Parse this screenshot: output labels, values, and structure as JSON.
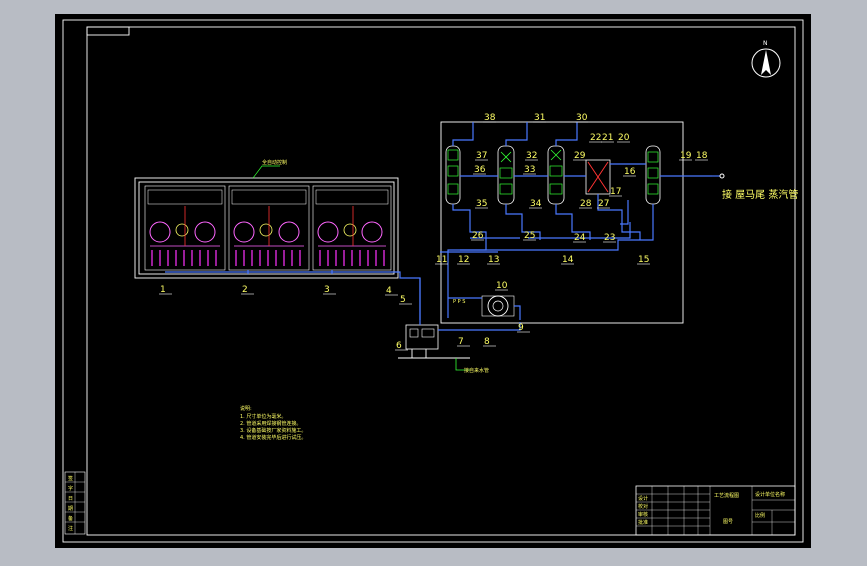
{
  "drawing": {
    "compass_letter": "N",
    "destination_label": "接 屋马尾 蒸汽管",
    "block_labels": {
      "top_notes": "全自动控制",
      "pump_note": "P P S",
      "supply_note": "接自来水管"
    },
    "callouts": [
      "1",
      "2",
      "3",
      "4",
      "5",
      "6",
      "7",
      "8",
      "9",
      "10",
      "11",
      "12",
      "13",
      "14",
      "15",
      "16",
      "17",
      "18",
      "19",
      "20",
      "21",
      "22",
      "23",
      "24",
      "25",
      "26",
      "27",
      "28",
      "29",
      "30",
      "31",
      "32",
      "33",
      "34",
      "35",
      "36",
      "37",
      "38"
    ],
    "notes": {
      "heading": "说明:",
      "lines": [
        "1. 尺寸单位为毫米。",
        "2. 管道采用焊接钢管连接。",
        "3. 设备基础按厂家资料施工。",
        "4. 管道安装完毕后进行试压。"
      ]
    },
    "title_block": {
      "drawing_name": "工艺流程图",
      "company": "设计单位名称",
      "scale": "比例",
      "sheet": "图号",
      "rows": [
        "设计",
        "校对",
        "审核",
        "批准"
      ],
      "left_strip": [
        "签",
        "字",
        "日",
        "期",
        "备",
        "注"
      ]
    }
  }
}
